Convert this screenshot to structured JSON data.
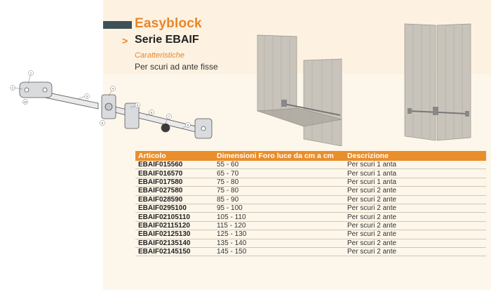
{
  "header": {
    "brand": "Easyblock",
    "chevron": ">",
    "serie": "Serie EBAIF",
    "caratteristiche_label": "Caratteristiche",
    "description": "Per scuri ad ante fisse"
  },
  "table": {
    "columns": [
      "Articolo",
      "Dimensioni Foro luce da cm a cm",
      "Descrizione"
    ],
    "rows": [
      [
        "EBAIF015560",
        "55 - 60",
        "Per scuri 1 anta"
      ],
      [
        "EBAIF016570",
        "65 - 70",
        "Per scuri 1 anta"
      ],
      [
        "EBAIF017580",
        "75 - 80",
        "Per scuri 1 anta"
      ],
      [
        "EBAIF027580",
        "75 - 80",
        "Per scuri 2 ante"
      ],
      [
        "EBAIF028590",
        "85 - 90",
        "Per scuri 2 ante"
      ],
      [
        "EBAIF0295100",
        "95 - 100",
        "Per scuri 2 ante"
      ],
      [
        "EBAIF02105110",
        "105 - 110",
        "Per scuri 2 ante"
      ],
      [
        "EBAIF02115120",
        "115 - 120",
        "Per scuri 2 ante"
      ],
      [
        "EBAIF02125130",
        "125 - 130",
        "Per scuri 2 ante"
      ],
      [
        "EBAIF02135140",
        "135 - 140",
        "Per scuri 2 ante"
      ],
      [
        "EBAIF02145150",
        "145 - 150",
        "Per scuri 2 ante"
      ]
    ]
  },
  "diagram_callouts": [
    "1",
    "2",
    "3",
    "4",
    "5",
    "6",
    "7",
    "8",
    "9",
    "10"
  ],
  "colors": {
    "accent": "#e8862a",
    "header_row": "#e98e2c",
    "panel_bg": "#fdf6ea",
    "dark_bar": "#3e5157"
  }
}
